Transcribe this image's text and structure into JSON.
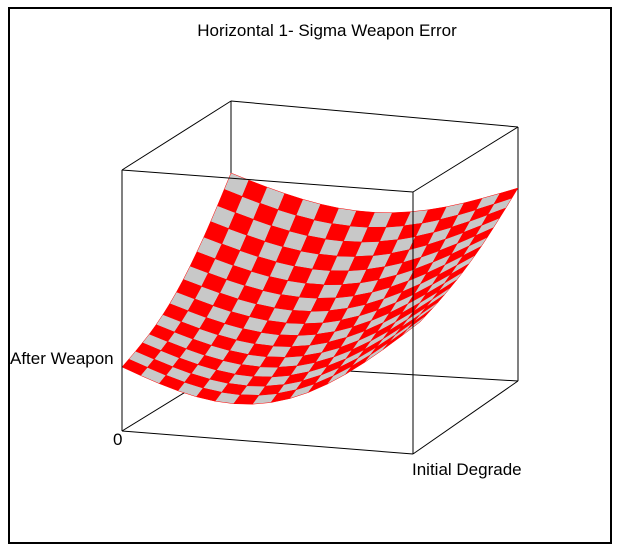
{
  "chart_data": {
    "type": "surface",
    "title": "Horizontal 1- Sigma Weapon Error",
    "xlabel": "Initial Degrade",
    "zlabel": "After Weapon",
    "z_axis_origin_label": "0",
    "grid_size": [
      16,
      16
    ],
    "surface_shape": "quadratic bowl, minimum near front-left low corner, rising toward back-left and right edges",
    "colors": {
      "primary": "#ff0000",
      "checker": "#c8c8c8",
      "box": "#000000"
    }
  }
}
